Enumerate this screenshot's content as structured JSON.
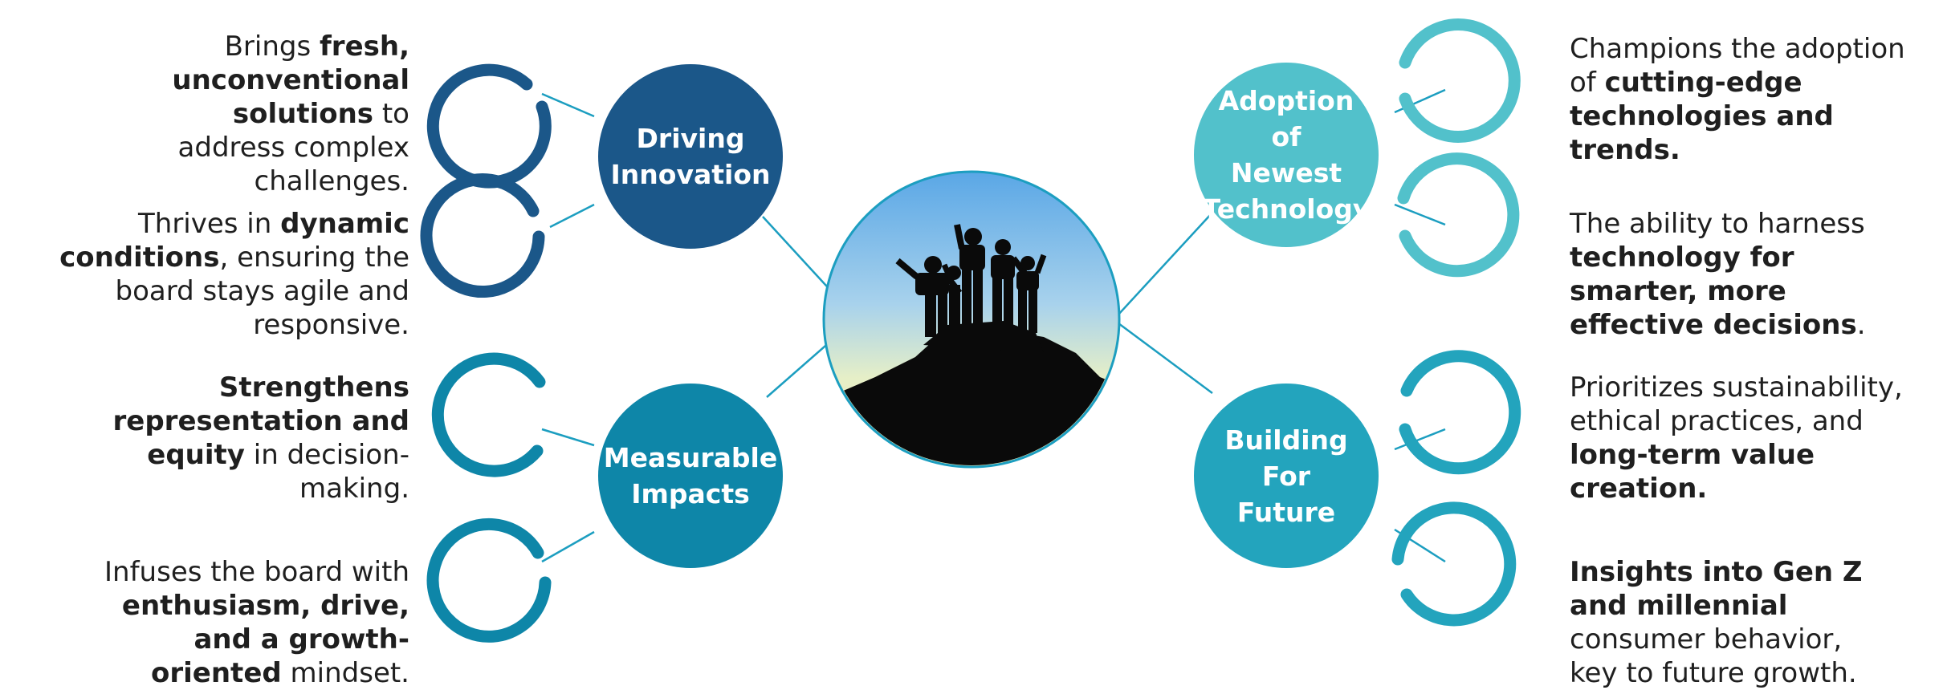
{
  "colors": {
    "dark_blue": "#1b5789",
    "teal_blue": "#0e86a8",
    "light_teal": "#52c1cb",
    "aqua": "#23a4bd",
    "connector": "#1c9ec0"
  },
  "hubs": {
    "driving_innovation": [
      "Driving",
      "Innovation"
    ],
    "measurable_impacts": [
      "Measurable",
      "Impacts"
    ],
    "adoption": [
      "Adoption",
      "of",
      "Newest",
      "Technology"
    ],
    "building_future": [
      "Building",
      "For",
      "Future"
    ]
  },
  "center": {
    "image": "people-silhouette-on-rock-at-sunrise"
  },
  "items": {
    "fresh_solutions": {
      "pre": "Brings ",
      "bold": "fresh, unconventional solutions",
      "post": " to address complex challenges."
    },
    "dynamic_conditions": {
      "pre": "Thrives in ",
      "bold": "dynamic conditions",
      "post": ", ensuring the board stays agile and responsive."
    },
    "representation": {
      "pre": "",
      "bold": "Strengthens representation and  equity",
      "post": " in decision-making."
    },
    "enthusiasm": {
      "pre": "Infuses the board with ",
      "bold": "enthusiasm, drive, and a growth-oriented",
      "post": " mindset."
    },
    "cutting_edge": {
      "pre": "Champions the adoption of ",
      "bold": "cutting-edge technologies and trends.",
      "post": ""
    },
    "smarter_decisions": {
      "pre": "The ability to harness ",
      "bold": "technology for smarter, more effective decisions",
      "post": "."
    },
    "sustainability": {
      "pre": "Prioritizes sustainability, ethical practices, and ",
      "bold": "long-term value creation.",
      "post": ""
    },
    "gen_z": {
      "pre": "",
      "bold": "Insights into Gen Z and millennial",
      "post": " consumer behavior, key to future growth."
    }
  }
}
